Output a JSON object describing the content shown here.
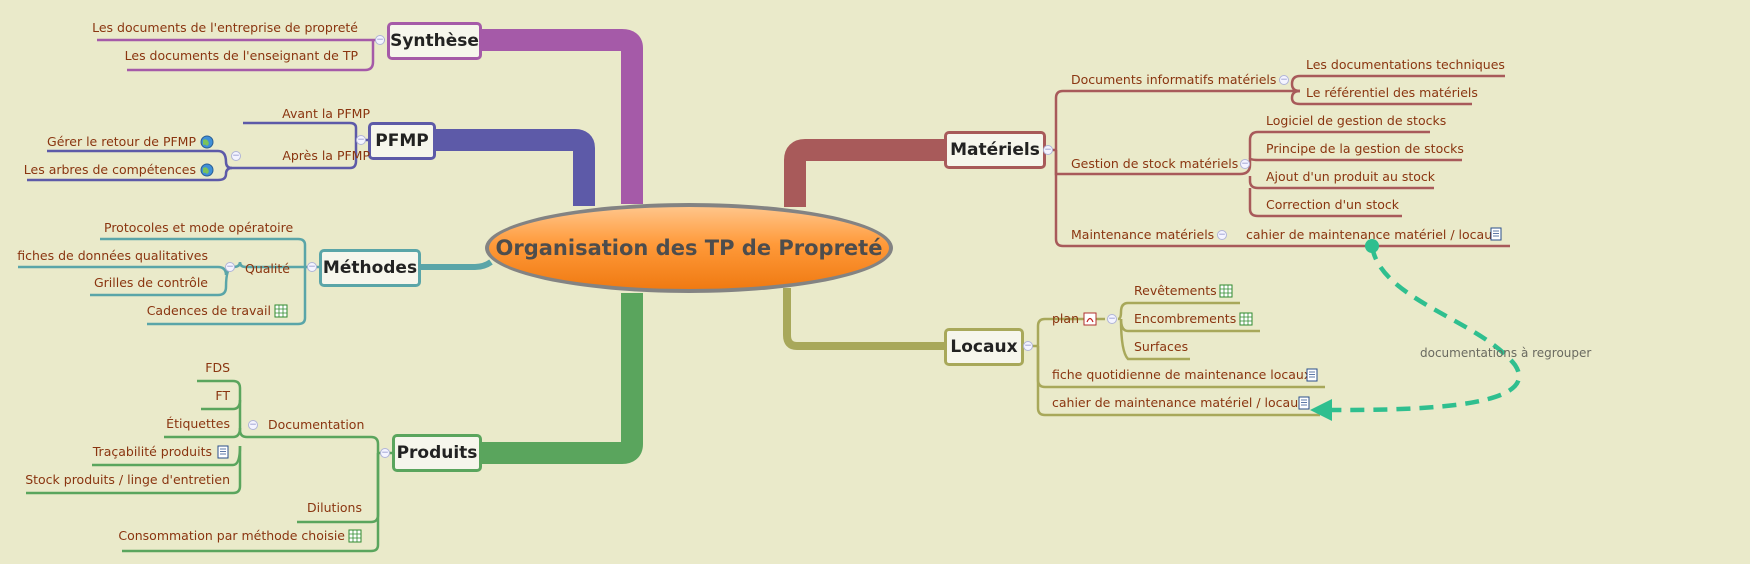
{
  "central": {
    "title": "Organisation des TP de Propreté"
  },
  "colors": {
    "synthese": "#a55aa8",
    "pfmp": "#5d5aa8",
    "methodes": "#5aa5a8",
    "produits": "#5aa55d",
    "materiels": "#a85a5a",
    "locaux": "#a8a85a",
    "relationship": "#2fbf8f",
    "text": "#8a3510"
  },
  "branches": {
    "synthese": {
      "title": "Synthèse",
      "items": [
        "Les documents de l'entreprise de propreté",
        "Les documents de l'enseignant de TP"
      ]
    },
    "pfmp": {
      "title": "PFMP",
      "items": [
        "Avant la PFMP",
        "Après la PFMP"
      ],
      "apres_items": [
        "Gérer le retour de PFMP",
        "Les arbres de compétences"
      ]
    },
    "methodes": {
      "title": "Méthodes",
      "items": [
        "Protocoles et mode opératoire",
        "Qualité",
        "Cadences de travail"
      ],
      "qualite_items": [
        "fiches de données qualitatives",
        "Grilles de contrôle"
      ]
    },
    "produits": {
      "title": "Produits",
      "items": [
        "Documentation",
        "Dilutions",
        "Consommation par méthode choisie"
      ],
      "documentation_items": [
        "FDS",
        "FT",
        "Étiquettes",
        "Traçabilité produits",
        "Stock produits / linge d'entretien"
      ]
    },
    "materiels": {
      "title": "Matériels",
      "items": [
        "Documents informatifs matériels",
        "Gestion de stock matériels",
        "Maintenance matériels"
      ],
      "documents_items": [
        "Les documentations techniques",
        "Le référentiel des matériels"
      ],
      "stock_items": [
        "Logiciel de gestion de stocks",
        "Principe de la gestion de stocks",
        "Ajout d'un produit au stock",
        "Correction d'un stock"
      ],
      "maintenance_items": [
        "cahier de maintenance matériel / locaux"
      ]
    },
    "locaux": {
      "title": "Locaux",
      "items": [
        "plan",
        "fiche quotidienne de maintenance locaux",
        "cahier de maintenance matériel / locaux"
      ],
      "plan_items": [
        "Revêtements",
        "Encombrements",
        "Surfaces"
      ]
    }
  },
  "relationship": {
    "label": "documentations à regrouper"
  },
  "icons": {
    "globe": "globe-icon",
    "spreadsheet": "spreadsheet-icon",
    "document": "document-icon",
    "pdf": "pdf-icon",
    "collapse": "collapse-icon"
  }
}
